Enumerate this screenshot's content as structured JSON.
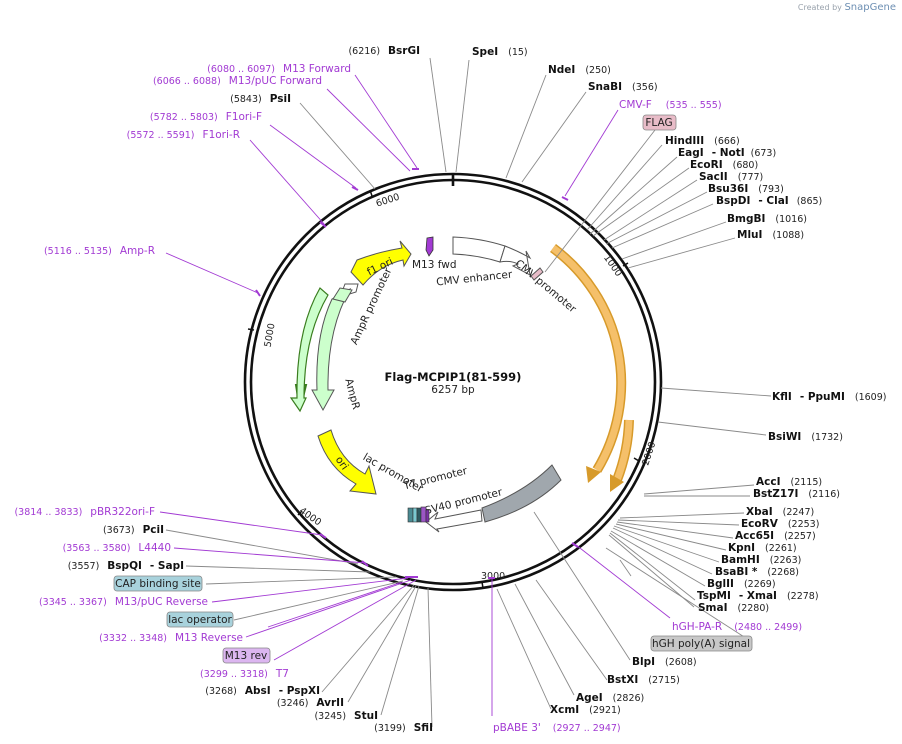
{
  "credit": {
    "prefix": "Created by",
    "brand": "SnapGene"
  },
  "plasmid": {
    "name": "Flag-MCPIP1(81-599)",
    "size_label": "6257 bp"
  },
  "ticks": [
    "1000",
    "2000",
    "3000",
    "4000",
    "5000",
    "6000"
  ],
  "features": {
    "f1_ori": "f1 ori",
    "m13_fwd": "M13 fwd",
    "cmv_enhancer": "CMV enhancer",
    "cmv_promoter": "CMV promoter",
    "ampr_promoter": "AmpR promoter",
    "ampr": "AmpR",
    "ori": "ori",
    "lac_promoter": "lac promoter",
    "t7_promoter": "T7 promoter",
    "sv40_promoter": "SV40 promoter"
  },
  "boxes": {
    "flag": "FLAG",
    "cap": "CAP binding site",
    "lac_operator": "lac operator",
    "m13_rev": "M13 rev",
    "hgh_polya": "hGH poly(A) signal"
  },
  "sites_right": [
    {
      "a": "SpeI",
      "p": "(15)"
    },
    {
      "a": "NdeI",
      "p": "(250)"
    },
    {
      "a": "SnaBI",
      "p": "(356)"
    },
    {
      "a": "HindIII",
      "p": "(666)"
    },
    {
      "a": "EagI",
      "b": "- NotI",
      "p": "(673)"
    },
    {
      "a": "EcoRI",
      "p": "(680)"
    },
    {
      "a": "SacII",
      "p": "(777)"
    },
    {
      "a": "Bsu36I",
      "p": "(793)"
    },
    {
      "a": "BspDI",
      "b": "- ClaI",
      "p": "(865)"
    },
    {
      "a": "BmgBI",
      "p": "(1016)"
    },
    {
      "a": "MluI",
      "p": "(1088)"
    },
    {
      "a": "KflI",
      "b": "- PpuMI",
      "p": "(1609)"
    },
    {
      "a": "BsiWI",
      "p": "(1732)"
    },
    {
      "a": "AccI",
      "p": "(2115)"
    },
    {
      "a": "BstZ17I",
      "p": "(2116)"
    },
    {
      "a": "XbaI",
      "p": "(2247)"
    },
    {
      "a": "EcoRV",
      "p": "(2253)"
    },
    {
      "a": "Acc65I",
      "p": "(2257)"
    },
    {
      "a": "KpnI",
      "p": "(2261)"
    },
    {
      "a": "BamHI",
      "p": "(2263)"
    },
    {
      "a": "BsaBI *",
      "p": "(2268)"
    },
    {
      "a": "BglII",
      "p": "(2269)"
    },
    {
      "a": "TspMI",
      "b": "- XmaI",
      "p": "(2278)"
    },
    {
      "a": "SmaI",
      "p": "(2280)"
    },
    {
      "a": "BlpI",
      "p": "(2608)"
    },
    {
      "a": "BstXI",
      "p": "(2715)"
    },
    {
      "a": "AgeI",
      "p": "(2826)"
    },
    {
      "a": "XcmI",
      "p": "(2921)"
    }
  ],
  "sites_left": [
    {
      "a": "BsrGI",
      "p": "(6216)"
    },
    {
      "a": "PsiI",
      "p": "(5843)"
    },
    {
      "a": "PciI",
      "p": "(3673)"
    },
    {
      "a": "BspQI",
      "b": "- SapI",
      "p": "(3557)"
    },
    {
      "a": "AbsI",
      "b": "- PspXI",
      "p": "(3268)"
    },
    {
      "a": "AvrII",
      "p": "(3246)"
    },
    {
      "a": "StuI",
      "p": "(3245)"
    },
    {
      "a": "SfiI",
      "p": "(3199)"
    }
  ],
  "primers": [
    {
      "n": "M13 Forward",
      "p": "(6080 .. 6097)"
    },
    {
      "n": "M13/pUC Forward",
      "p": "(6066 .. 6088)"
    },
    {
      "n": "F1ori-F",
      "p": "(5782 .. 5803)"
    },
    {
      "n": "F1ori-R",
      "p": "(5572 .. 5591)"
    },
    {
      "n": "Amp-R",
      "p": "(5116 .. 5135)"
    },
    {
      "n": "CMV-F",
      "p": "(535 .. 555)"
    },
    {
      "n": "hGH-PA-R",
      "p": "(2480 .. 2499)"
    },
    {
      "n": "pBABE 3'",
      "p": "(2927 .. 2947)"
    },
    {
      "n": "pBR322ori-F",
      "p": "(3814 .. 3833)"
    },
    {
      "n": "L4440",
      "p": "(3563 .. 3580)"
    },
    {
      "n": "M13/pUC Reverse",
      "p": "(3345 .. 3367)"
    },
    {
      "n": "M13 Reverse",
      "p": "(3332 .. 3348)"
    },
    {
      "n": "T7",
      "p": "(3299 .. 3318)"
    }
  ],
  "colors": {
    "backbone": "#111111",
    "cds_orange": "#f5c06a",
    "ori_yellow": "#ffff00",
    "ampr_green": "#ccffcc",
    "promoter_white": "#ffffff",
    "primer_purple": "#a23ad3",
    "flag_pink": "#e8bcc8",
    "cap_blue": "#a8d2dc",
    "mrev_violet": "#dcb6f0",
    "polya_gray": "#c8c8c8",
    "sv40_gray": "#a0a7ad"
  }
}
